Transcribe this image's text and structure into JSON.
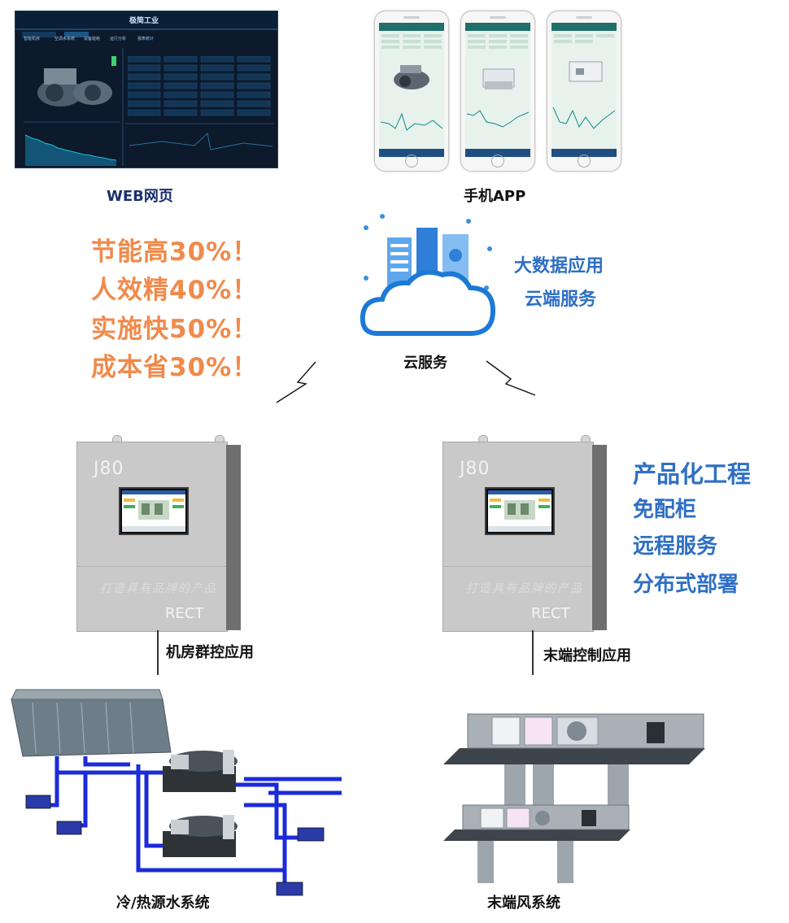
{
  "top": {
    "web": {
      "caption": "WEB网页",
      "brand": "极简工业",
      "tabs": [
        "智能机房",
        "空调水系统",
        "设备能耗",
        "运行分析",
        "报表统计"
      ]
    },
    "app": {
      "caption": "手机APP"
    }
  },
  "promo": {
    "lines": [
      "节能高30%！",
      "人效精40%！",
      "实施快50%！",
      "成本省30%！"
    ],
    "color": "#f08a4b"
  },
  "cloud": {
    "label": "云服务",
    "features": [
      "大数据应用",
      "云端服务"
    ]
  },
  "cabinets": {
    "model": "J80",
    "brand": "RECT",
    "slogan": "打造具有品牌的产品",
    "left_caption": "机房群控应用",
    "right_caption": "末端控制应用"
  },
  "product_features": {
    "title": "产品化工程",
    "items": [
      "免配柜",
      "远程服务",
      "分布式部署"
    ],
    "color": "#2e6fc4"
  },
  "bottom": {
    "left_caption": "冷/热源水系统",
    "right_caption": "末端风系统"
  },
  "colors": {
    "accent_orange": "#f08a4b",
    "accent_blue": "#2e6fc4",
    "pipe_blue": "#1b2bd8"
  }
}
